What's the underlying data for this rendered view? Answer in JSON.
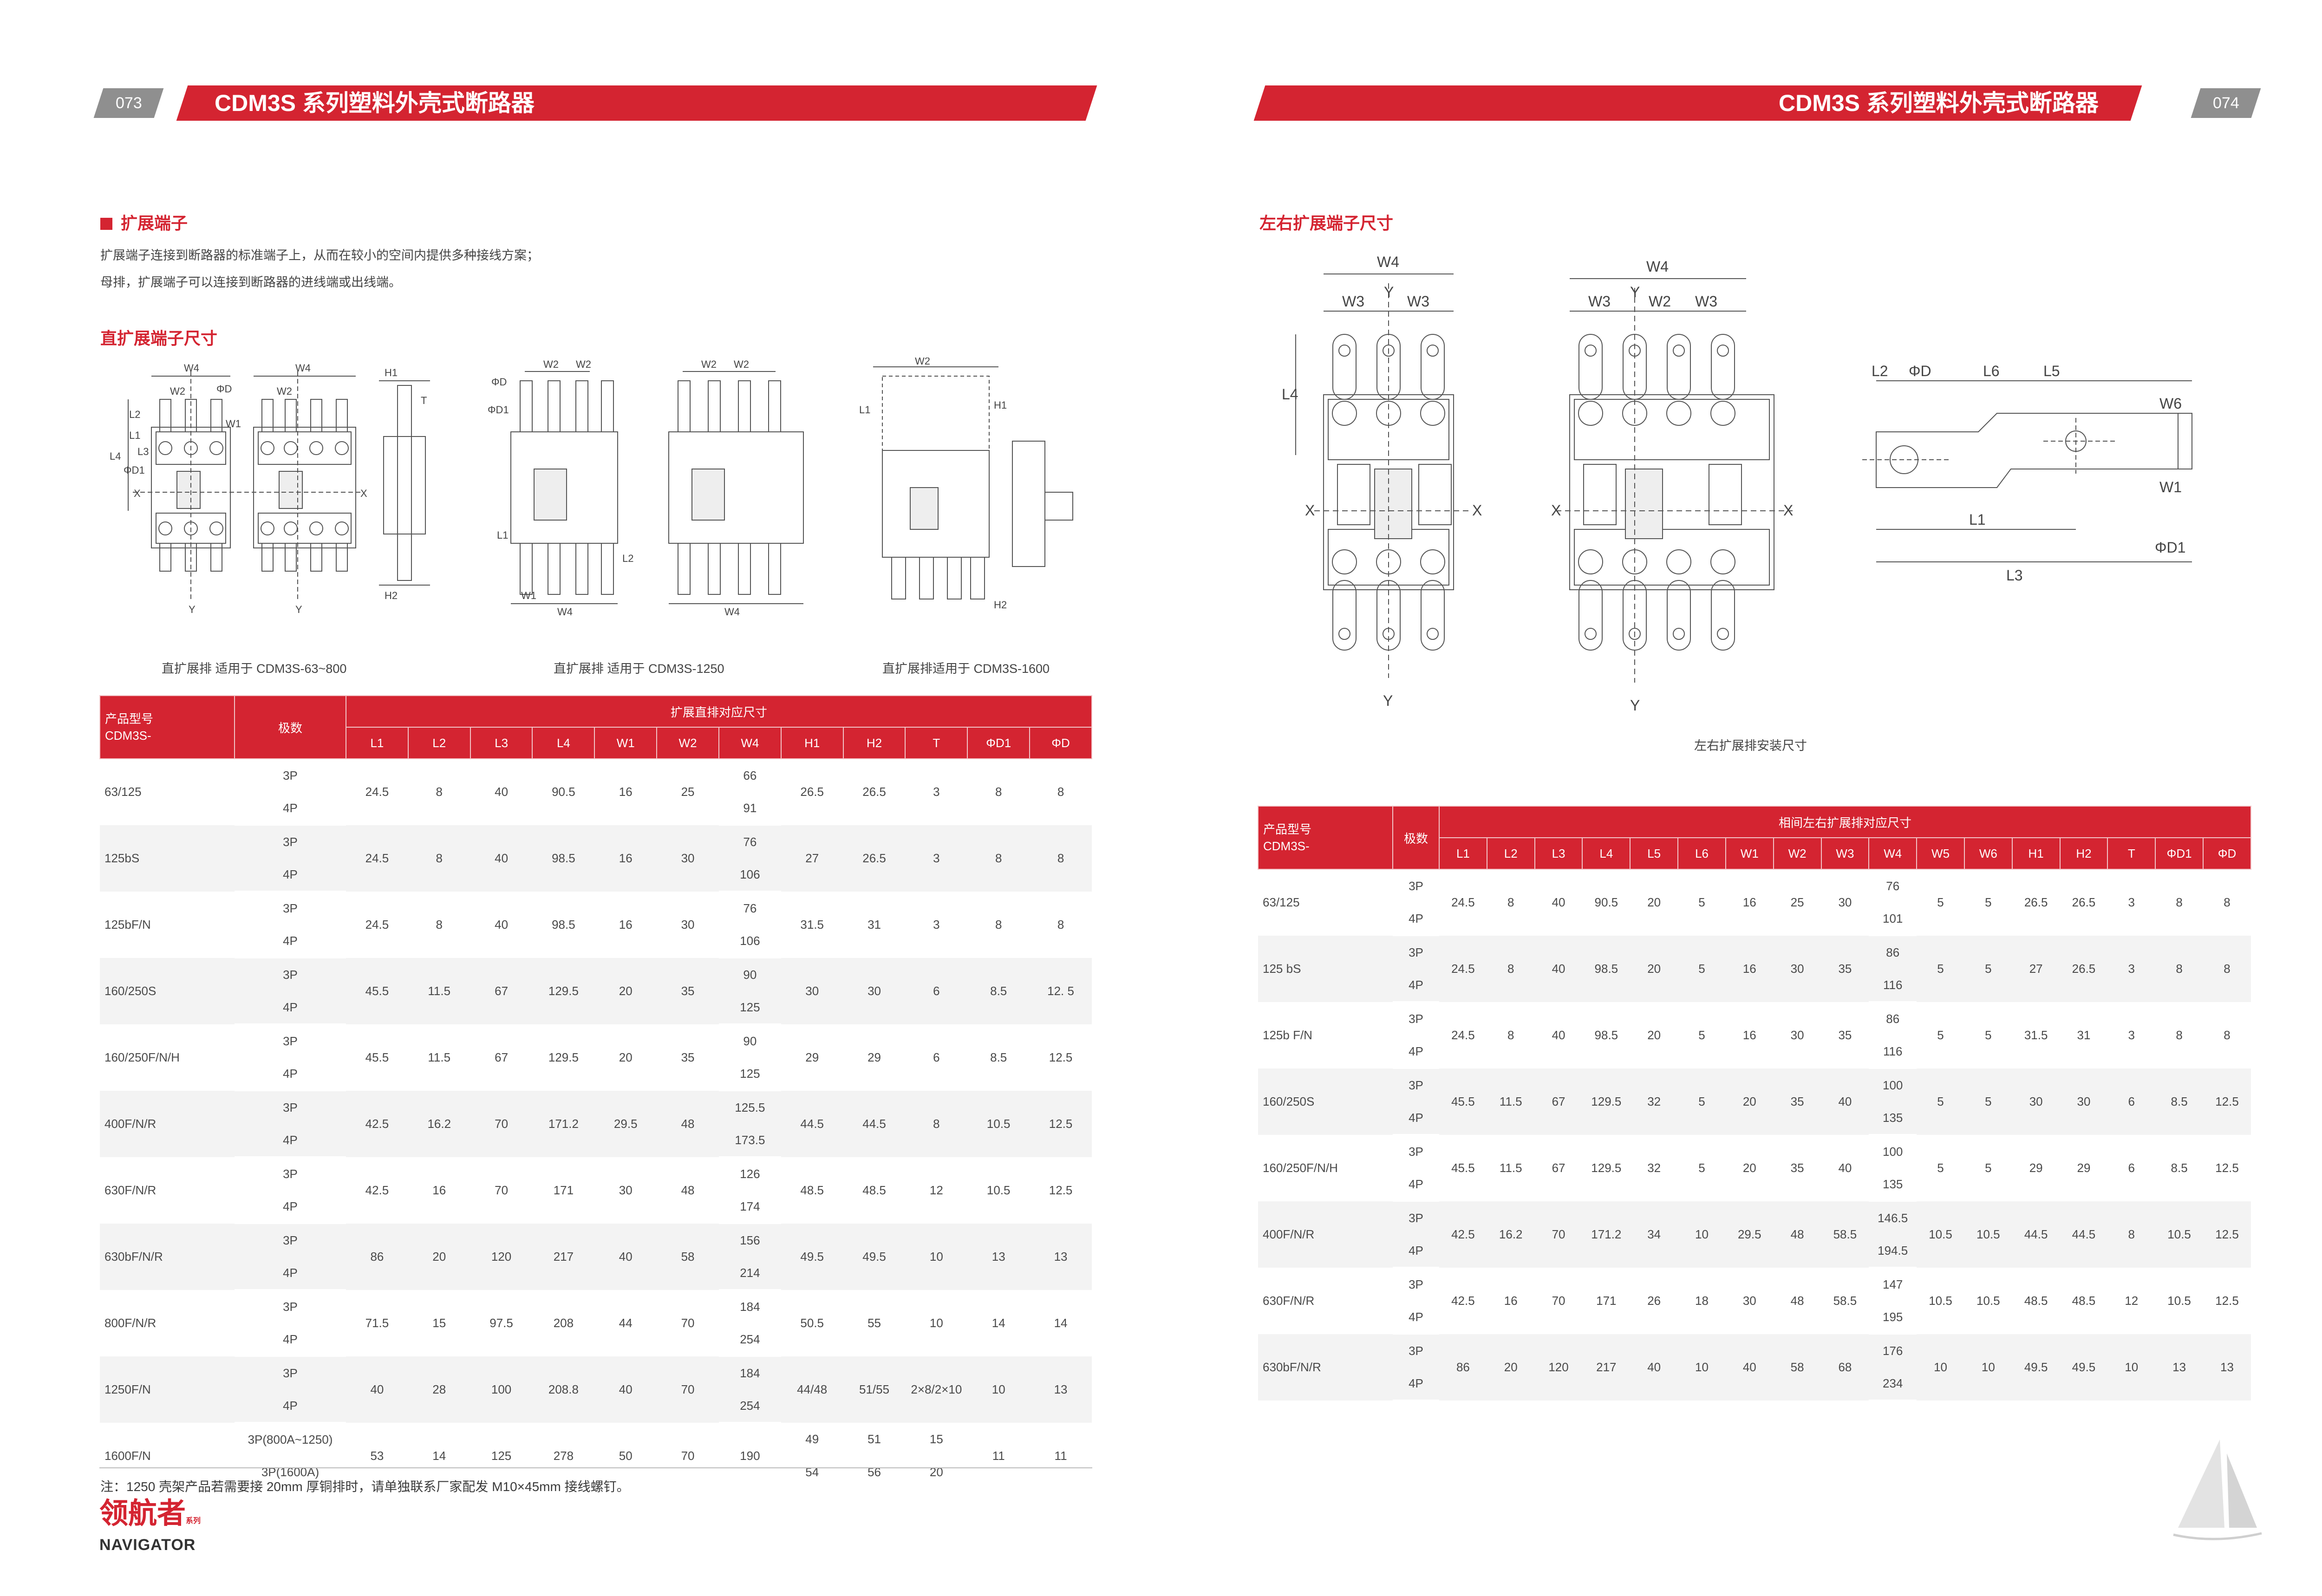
{
  "header": {
    "left_page": "073",
    "right_page": "074",
    "title": "CDM3S 系列塑料外壳式断路器"
  },
  "left": {
    "section_title": "扩展端子",
    "intro": [
      "扩展端子连接到断路器的标准端子上，从而在较小的空间内提供多种接线方案；",
      "母排，扩展端子可以连接到断路器的进线端或出线端。"
    ],
    "subsection": "直扩展端子尺寸",
    "captions": [
      "直扩展排  适用于 CDM3S-63~800",
      "直扩展排  适用于 CDM3S-1250",
      "直扩展排适用于 CDM3S-1600"
    ],
    "drawing_labels": {
      "w1": "W1",
      "w2": "W2",
      "w4": "W4",
      "l1": "L1",
      "l2": "L2",
      "l3": "L3",
      "l4": "L4",
      "h1": "H1",
      "h2": "H2",
      "t": "T",
      "d": "ΦD",
      "d1": "ΦD1",
      "x": "X",
      "y": "Y"
    },
    "table": {
      "model_header": [
        "产品型号",
        "CDM3S-"
      ],
      "pole_header": "极数",
      "group_header": "扩展直排对应尺寸",
      "columns": [
        "L1",
        "L2",
        "L3",
        "L4",
        "W1",
        "W2",
        "W4",
        "H1",
        "H2",
        "T",
        "ΦD1",
        "ΦD"
      ],
      "rows": [
        {
          "model": "63/125",
          "poles": [
            "3P",
            "4P"
          ],
          "L1": "24.5",
          "L2": "8",
          "L3": "40",
          "L4": "90.5",
          "W1": "16",
          "W2": "25",
          "W4": [
            "66",
            "91"
          ],
          "H1": "26.5",
          "H2": "26.5",
          "T": "3",
          "D1": "8",
          "D": "8"
        },
        {
          "model": "125bS",
          "poles": [
            "3P",
            "4P"
          ],
          "L1": "24.5",
          "L2": "8",
          "L3": "40",
          "L4": "98.5",
          "W1": "16",
          "W2": "30",
          "W4": [
            "76",
            "106"
          ],
          "H1": "27",
          "H2": "26.5",
          "T": "3",
          "D1": "8",
          "D": "8"
        },
        {
          "model": "125bF/N",
          "poles": [
            "3P",
            "4P"
          ],
          "L1": "24.5",
          "L2": "8",
          "L3": "40",
          "L4": "98.5",
          "W1": "16",
          "W2": "30",
          "W4": [
            "76",
            "106"
          ],
          "H1": "31.5",
          "H2": "31",
          "T": "3",
          "D1": "8",
          "D": "8"
        },
        {
          "model": "160/250S",
          "poles": [
            "3P",
            "4P"
          ],
          "L1": "45.5",
          "L2": "11.5",
          "L3": "67",
          "L4": "129.5",
          "W1": "20",
          "W2": "35",
          "W4": [
            "90",
            "125"
          ],
          "H1": "30",
          "H2": "30",
          "T": "6",
          "D1": "8.5",
          "D": "12. 5"
        },
        {
          "model": "160/250F/N/H",
          "poles": [
            "3P",
            "4P"
          ],
          "L1": "45.5",
          "L2": "11.5",
          "L3": "67",
          "L4": "129.5",
          "W1": "20",
          "W2": "35",
          "W4": [
            "90",
            "125"
          ],
          "H1": "29",
          "H2": "29",
          "T": "6",
          "D1": "8.5",
          "D": "12.5"
        },
        {
          "model": "400F/N/R",
          "poles": [
            "3P",
            "4P"
          ],
          "L1": "42.5",
          "L2": "16.2",
          "L3": "70",
          "L4": "171.2",
          "W1": "29.5",
          "W2": "48",
          "W4": [
            "125.5",
            "173.5"
          ],
          "H1": "44.5",
          "H2": "44.5",
          "T": "8",
          "D1": "10.5",
          "D": "12.5"
        },
        {
          "model": "630F/N/R",
          "poles": [
            "3P",
            "4P"
          ],
          "L1": "42.5",
          "L2": "16",
          "L3": "70",
          "L4": "171",
          "W1": "30",
          "W2": "48",
          "W4": [
            "126",
            "174"
          ],
          "H1": "48.5",
          "H2": "48.5",
          "T": "12",
          "D1": "10.5",
          "D": "12.5"
        },
        {
          "model": "630bF/N/R",
          "poles": [
            "3P",
            "4P"
          ],
          "L1": "86",
          "L2": "20",
          "L3": "120",
          "L4": "217",
          "W1": "40",
          "W2": "58",
          "W4": [
            "156",
            "214"
          ],
          "H1": "49.5",
          "H2": "49.5",
          "T": "10",
          "D1": "13",
          "D": "13"
        },
        {
          "model": "800F/N/R",
          "poles": [
            "3P",
            "4P"
          ],
          "L1": "71.5",
          "L2": "15",
          "L3": "97.5",
          "L4": "208",
          "W1": "44",
          "W2": "70",
          "W4": [
            "184",
            "254"
          ],
          "H1": "50.5",
          "H2": "55",
          "T": "10",
          "D1": "14",
          "D": "14"
        },
        {
          "model": "1250F/N",
          "poles": [
            "3P",
            "4P"
          ],
          "L1": "40",
          "L2": "28",
          "L3": "100",
          "L4": "208.8",
          "W1": "40",
          "W2": "70",
          "W4": [
            "184",
            "254"
          ],
          "H1": "44/48",
          "H2": "51/55",
          "T": "2×8/2×10",
          "D1": "10",
          "D": "13"
        },
        {
          "model": "1600F/N",
          "poles": [
            "3P(800A~1250)",
            "3P(1600A)"
          ],
          "L1": "53",
          "L2": "14",
          "L3": "125",
          "L4": "278",
          "W1": "50",
          "W2": "70",
          "W4": "190",
          "H1": [
            "49",
            "54"
          ],
          "H2": [
            "51",
            "56"
          ],
          "T": [
            "15",
            "20"
          ],
          "D1": "11",
          "D": "11"
        }
      ]
    },
    "note": "注：1250 壳架产品若需要接 20mm 厚铜排时，请单独联系厂家配发 M10×45mm 接线螺钉。",
    "logo": {
      "cn": "领航者",
      "small": "系列",
      "en": "NAVIGATOR"
    }
  },
  "right": {
    "subsection": "左右扩展端子尺寸",
    "caption": "左右扩展排安装尺寸",
    "drawing_labels": {
      "w1": "W1",
      "w2": "W2",
      "w3": "W3",
      "w4": "W4",
      "w6": "W6",
      "l1": "L1",
      "l2": "L2",
      "l3": "L3",
      "l4": "L4",
      "l5": "L5",
      "l6": "L6",
      "d": "ΦD",
      "d1": "ΦD1",
      "x": "X",
      "y": "Y"
    },
    "table": {
      "model_header": [
        "产品型号",
        "CDM3S-"
      ],
      "pole_header": "极数",
      "group_header": "相间左右扩展排对应尺寸",
      "columns": [
        "L1",
        "L2",
        "L3",
        "L4",
        "L5",
        "L6",
        "W1",
        "W2",
        "W3",
        "W4",
        "W5",
        "W6",
        "H1",
        "H2",
        "T",
        "ΦD1",
        "ΦD"
      ],
      "rows": [
        {
          "model": "63/125",
          "poles": [
            "3P",
            "4P"
          ],
          "v": [
            "24.5",
            "8",
            "40",
            "90.5",
            "20",
            "5",
            "16",
            "25",
            "30",
            [
              "76",
              "101"
            ],
            "5",
            "5",
            "26.5",
            "26.5",
            "3",
            "8",
            "8"
          ]
        },
        {
          "model": "125 bS",
          "poles": [
            "3P",
            "4P"
          ],
          "v": [
            "24.5",
            "8",
            "40",
            "98.5",
            "20",
            "5",
            "16",
            "30",
            "35",
            [
              "86",
              "116"
            ],
            "5",
            "5",
            "27",
            "26.5",
            "3",
            "8",
            "8"
          ]
        },
        {
          "model": "125b F/N",
          "poles": [
            "3P",
            "4P"
          ],
          "v": [
            "24.5",
            "8",
            "40",
            "98.5",
            "20",
            "5",
            "16",
            "30",
            "35",
            [
              "86",
              "116"
            ],
            "5",
            "5",
            "31.5",
            "31",
            "3",
            "8",
            "8"
          ]
        },
        {
          "model": "160/250S",
          "poles": [
            "3P",
            "4P"
          ],
          "v": [
            "45.5",
            "11.5",
            "67",
            "129.5",
            "32",
            "5",
            "20",
            "35",
            "40",
            [
              "100",
              "135"
            ],
            "5",
            "5",
            "30",
            "30",
            "6",
            "8.5",
            "12.5"
          ]
        },
        {
          "model": "160/250F/N/H",
          "poles": [
            "3P",
            "4P"
          ],
          "v": [
            "45.5",
            "11.5",
            "67",
            "129.5",
            "32",
            "5",
            "20",
            "35",
            "40",
            [
              "100",
              "135"
            ],
            "5",
            "5",
            "29",
            "29",
            "6",
            "8.5",
            "12.5"
          ]
        },
        {
          "model": "400F/N/R",
          "poles": [
            "3P",
            "4P"
          ],
          "v": [
            "42.5",
            "16.2",
            "70",
            "171.2",
            "34",
            "10",
            "29.5",
            "48",
            "58.5",
            [
              "146.5",
              "194.5"
            ],
            "10.5",
            "10.5",
            "44.5",
            "44.5",
            "8",
            "10.5",
            "12.5"
          ]
        },
        {
          "model": "630F/N/R",
          "poles": [
            "3P",
            "4P"
          ],
          "v": [
            "42.5",
            "16",
            "70",
            "171",
            "26",
            "18",
            "30",
            "48",
            "58.5",
            [
              "147",
              "195"
            ],
            "10.5",
            "10.5",
            "48.5",
            "48.5",
            "12",
            "10.5",
            "12.5"
          ]
        },
        {
          "model": "630bF/N/R",
          "poles": [
            "3P",
            "4P"
          ],
          "v": [
            "86",
            "20",
            "120",
            "217",
            "40",
            "10",
            "40",
            "58",
            "68",
            [
              "176",
              "234"
            ],
            "10",
            "10",
            "49.5",
            "49.5",
            "10",
            "13",
            "13"
          ]
        }
      ]
    }
  }
}
